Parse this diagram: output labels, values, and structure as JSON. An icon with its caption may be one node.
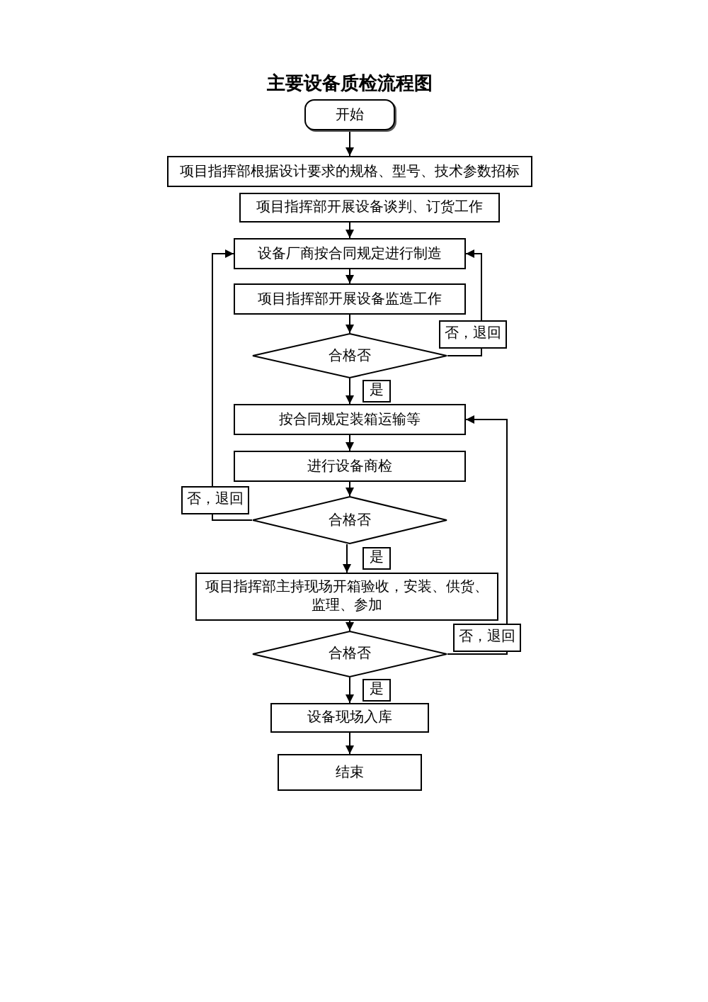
{
  "diagram": {
    "title": "主要设备质检流程图",
    "nodes": [
      {
        "text": [
          "开始"
        ]
      },
      {
        "text": [
          "项目指挥部根据设计要求的规格、型号、技术参数招标"
        ]
      },
      {
        "text": [
          "项目指挥部开展设备谈判、订货工作"
        ]
      },
      {
        "text": [
          "设备厂商按合同规定进行制造"
        ]
      },
      {
        "text": [
          "项目指挥部开展设备监造工作"
        ]
      },
      {
        "text": [
          "合格否"
        ]
      },
      {
        "text": [
          "按合同规定装箱运输等"
        ]
      },
      {
        "text": [
          "进行设备商检"
        ]
      },
      {
        "text": [
          "合格否"
        ]
      },
      {
        "text": [
          "项目指挥部主持现场开箱验收，安装、供货、监理、参加"
        ]
      },
      {
        "text": [
          "合格否"
        ]
      },
      {
        "text": [
          "设备现场入库"
        ]
      },
      {
        "text": [
          "结束"
        ]
      }
    ],
    "edges": [
      {
        "from": 0,
        "to": 1,
        "arrow": "to"
      },
      {
        "from": 2,
        "to": 3,
        "arrow": "to"
      },
      {
        "from": 3,
        "to": 4,
        "arrow": "to"
      },
      {
        "from": 4,
        "to": 5,
        "arrow": "to"
      },
      {
        "from": 5,
        "to": 6,
        "arrow": "to",
        "label": "是"
      },
      {
        "from": 5,
        "to": 3,
        "arrow": "to",
        "label": "否，退回"
      },
      {
        "from": 6,
        "to": 7,
        "arrow": "to"
      },
      {
        "from": 7,
        "to": 8,
        "arrow": "to"
      },
      {
        "from": 8,
        "to": 9,
        "arrow": "to",
        "label": "是"
      },
      {
        "from": 8,
        "to": 3,
        "arrow": "to",
        "label": "否，退回"
      },
      {
        "from": 9,
        "to": 10,
        "arrow": "to"
      },
      {
        "from": 10,
        "to": 11,
        "arrow": "to",
        "label": "是"
      },
      {
        "from": 10,
        "to": 6,
        "arrow": "to",
        "label": "否，退回"
      },
      {
        "from": 11,
        "to": 12,
        "arrow": "to"
      }
    ]
  }
}
